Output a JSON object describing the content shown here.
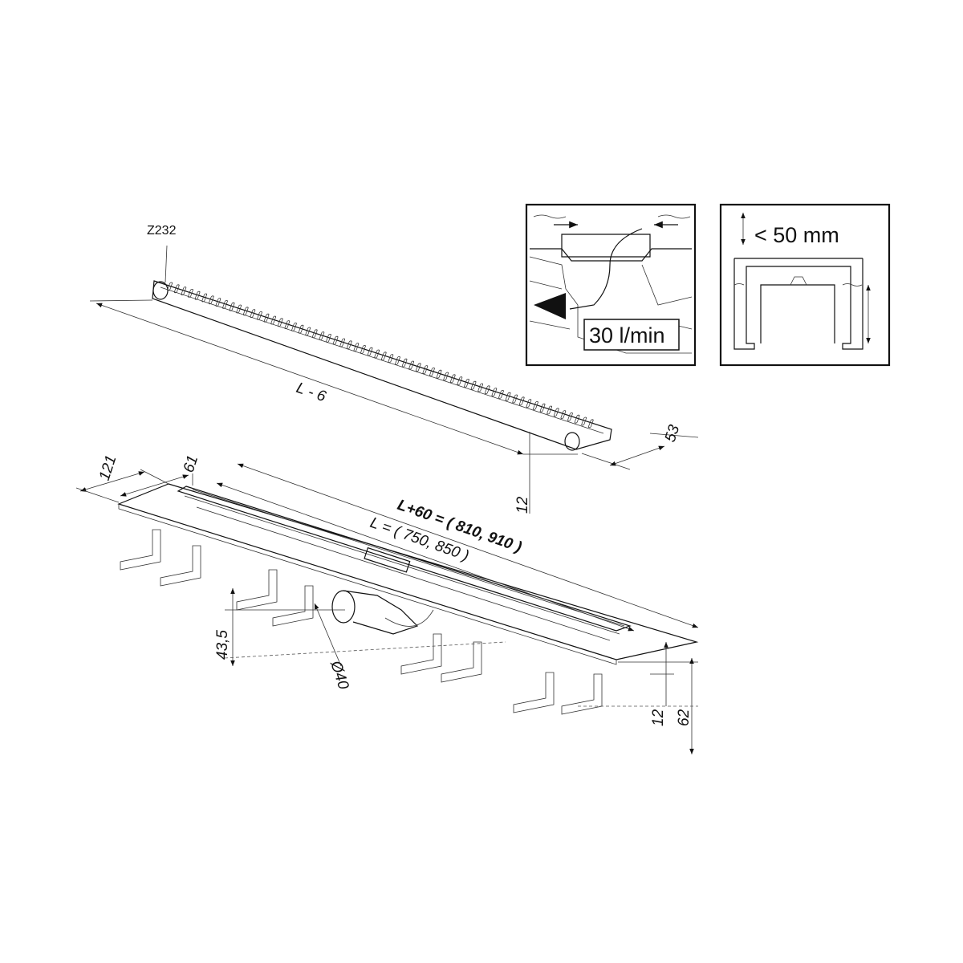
{
  "grate": {
    "part_code": "Z232",
    "length_label": "L - 6",
    "width_label": "53",
    "height_label": "12"
  },
  "channel": {
    "width_outer_label": "121",
    "width_inner_label": "61",
    "total_length_label": "L+60 = ( 810, 910 )",
    "length_label": "L = ( 750, 850 )",
    "outlet_height_label": "43,5",
    "outlet_diameter_label": "Ø40",
    "flange_height_label": "12",
    "total_height_label": "62"
  },
  "inset_flow": {
    "flow_rate_label": "30 l/min"
  },
  "inset_section": {
    "tile_height_label": "< 50 mm"
  }
}
